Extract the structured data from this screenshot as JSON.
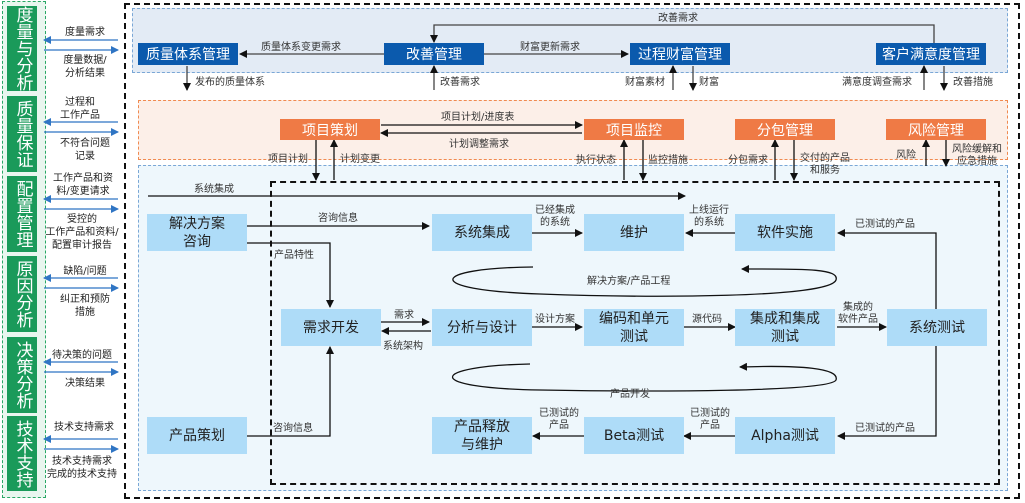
{
  "side_tabs": [
    {
      "label": "度量与分析",
      "in_label": "度量需求",
      "out_label": "度量数据/\n分析结果"
    },
    {
      "label": "质量保证",
      "in_label": "过程和\n工作产品",
      "out_label": "不符合问题\n记录"
    },
    {
      "label": "配置管理",
      "in_label": "工作产品和资\n料/变更请求",
      "out_label": "受控的\n工作产品和资料/\n配置审计报告"
    },
    {
      "label": "原因分析",
      "in_label": "缺陷/问题",
      "out_label": "纠正和预防\n措施"
    },
    {
      "label": "决策分析",
      "in_label": "待决策的问题",
      "out_label": "决策结果"
    },
    {
      "label": "技术支持",
      "in_label": "技术支持需求",
      "out_label": "技术支持需求\n完成的技术支持"
    }
  ],
  "process_mgmt": {
    "boxes": {
      "quality_system": "质量体系管理",
      "improvement": "改善管理",
      "process_asset": "过程财富管理",
      "customer_satisfaction": "客户满意度管理"
    },
    "flows": {
      "improvement_request_top": "改善需求",
      "quality_system_change": "质量体系变更需求",
      "asset_update": "财富更新需求",
      "published_quality_system": "发布的质量体系",
      "improvement_request": "改善需求",
      "asset_material": "财富素材",
      "asset": "财富",
      "satisfaction_survey": "满意度调查需求",
      "improvement_measures": "改善措施"
    }
  },
  "project_mgmt": {
    "boxes": {
      "planning": "项目策划",
      "monitoring": "项目监控",
      "subcontract": "分包管理",
      "risk": "风险管理"
    },
    "flows": {
      "plan_schedule": "项目计划/进度表",
      "plan_adjust": "计划调整需求",
      "project_plan": "项目计划",
      "plan_change": "计划变更",
      "exec_status": "执行状态",
      "monitor_measures": "监控措施",
      "subcontract_need": "分包需求",
      "delivered_products": "交付的产品\n和服务",
      "risk": "风险",
      "risk_mitigation": "风险缓解和\n应急措施"
    }
  },
  "engineering": {
    "boxes": {
      "solution_consult": "解决方案\n咨询",
      "product_planning": "产品策划",
      "system_integration": "系统集成",
      "maintenance": "维护",
      "software_impl": "软件实施",
      "requirements": "需求开发",
      "analysis_design": "分析与设计",
      "coding_unit_test": "编码和单元\n测试",
      "integration_test": "集成和集成\n测试",
      "system_test": "系统测试",
      "release_maint": "产品释放\n与维护",
      "beta_test": "Beta测试",
      "alpha_test": "Alpha测试"
    },
    "flows": {
      "system_integration_top": "系统集成",
      "consult_info": "咨询信息",
      "product_features": "产品特性",
      "integrated_system": "已经集成\n的系统",
      "online_system": "上线运行\n的系统",
      "tested_product_1": "已测试的产品",
      "solution_loop": "解决方案/产品工程",
      "requirement": "需求",
      "system_arch": "系统架构",
      "design_plan": "设计方案",
      "source_code": "源代码",
      "integrated_sw": "集成的\n软件产品",
      "product_dev_loop": "产品开发",
      "consult_info_2": "咨询信息",
      "tested_product_2": "已测试的\n产品",
      "tested_product_3": "已测试的\n产品",
      "tested_product_4": "已测试的产品"
    }
  }
}
